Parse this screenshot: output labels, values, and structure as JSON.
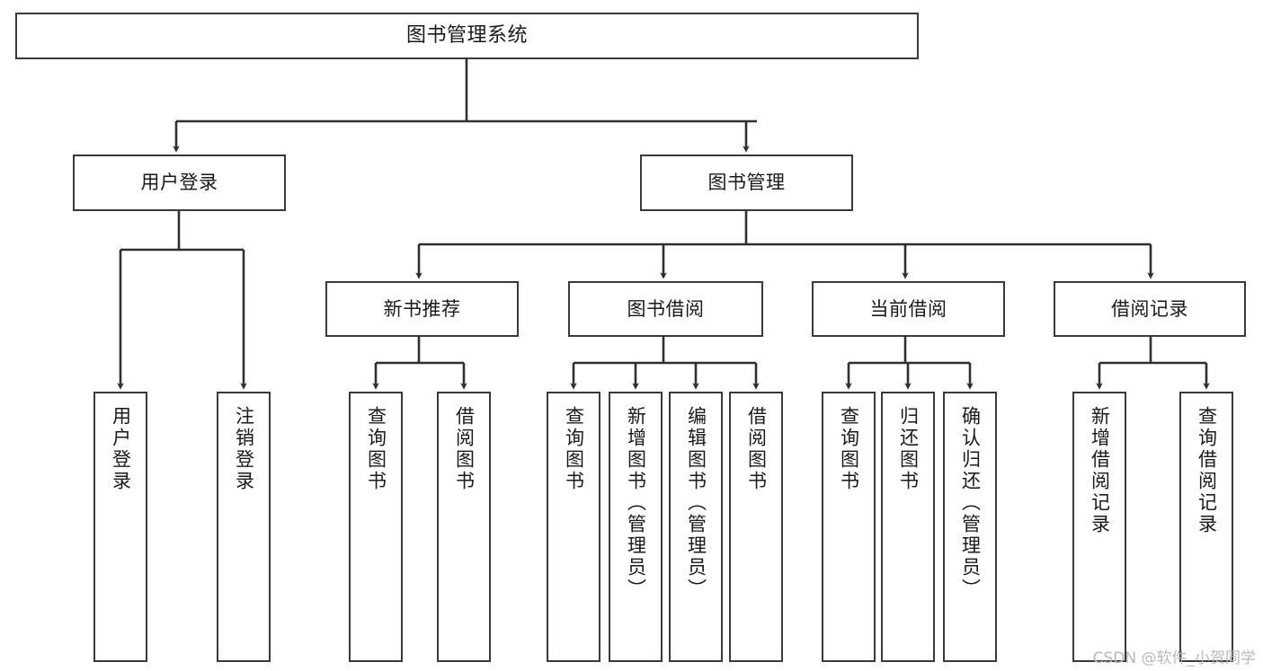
{
  "diagram": {
    "title": "图书管理系统",
    "type": "tree",
    "orientation": "top-down",
    "colors": {
      "box_border": "#3a3a3a",
      "box_fill": "#ffffff",
      "connector": "#2f2f2f",
      "text": "#1a1a1a",
      "watermark": "#b9b9b9"
    },
    "watermark": "CSDN @软件_小贺同学",
    "nodes": {
      "root": {
        "label": "图书管理系统"
      },
      "level2": [
        {
          "label": "用户登录"
        },
        {
          "label": "图书管理"
        }
      ],
      "level3": [
        {
          "label": "新书推荐"
        },
        {
          "label": "图书借阅"
        },
        {
          "label": "当前借阅"
        },
        {
          "label": "借阅记录"
        }
      ],
      "leaves": {
        "user_login": [
          {
            "label": "用户登录"
          },
          {
            "label": "注销登录"
          }
        ],
        "new_book_recommend": [
          {
            "label": "查询图书"
          },
          {
            "label": "借阅图书"
          }
        ],
        "book_borrow": [
          {
            "label": "查询图书"
          },
          {
            "label": "新增图书（管理员）"
          },
          {
            "label": "编辑图书（管理员）"
          },
          {
            "label": "借阅图书"
          }
        ],
        "current_borrow": [
          {
            "label": "查询图书"
          },
          {
            "label": "归还图书"
          },
          {
            "label": "确认归还（管理员）"
          }
        ],
        "borrow_record": [
          {
            "label": "新增借阅记录"
          },
          {
            "label": "查询借阅记录"
          }
        ]
      }
    }
  }
}
